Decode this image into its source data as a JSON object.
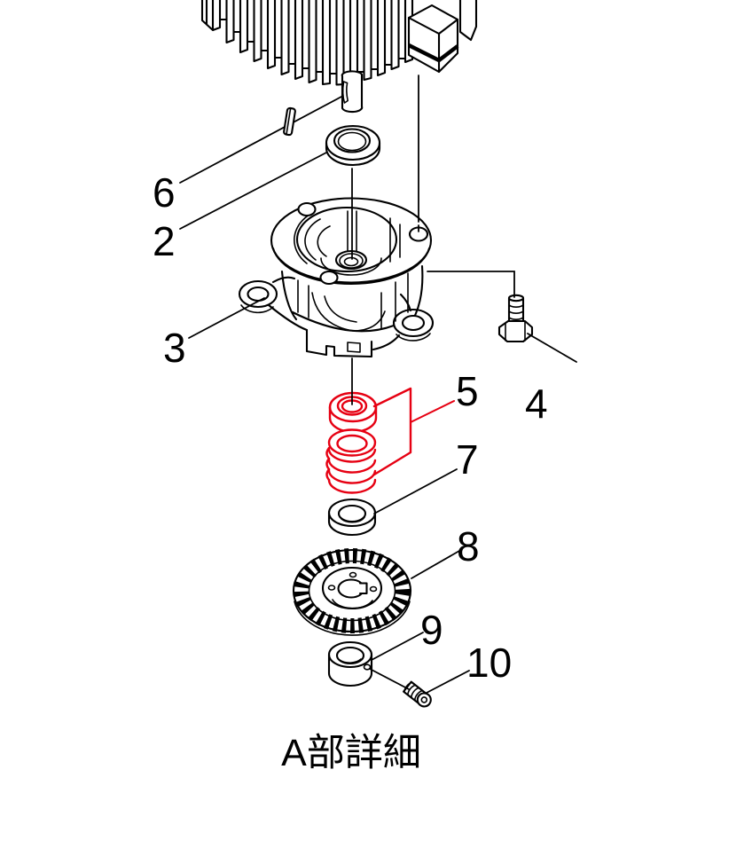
{
  "diagram": {
    "caption": "A部詳細",
    "callouts": [
      {
        "number": "2"
      },
      {
        "number": "3"
      },
      {
        "number": "4"
      },
      {
        "number": "5"
      },
      {
        "number": "6"
      },
      {
        "number": "7"
      },
      {
        "number": "8"
      },
      {
        "number": "9"
      },
      {
        "number": "10"
      }
    ],
    "colors": {
      "line": "#000000",
      "highlight": "#e60012",
      "background": "#ffffff"
    }
  }
}
